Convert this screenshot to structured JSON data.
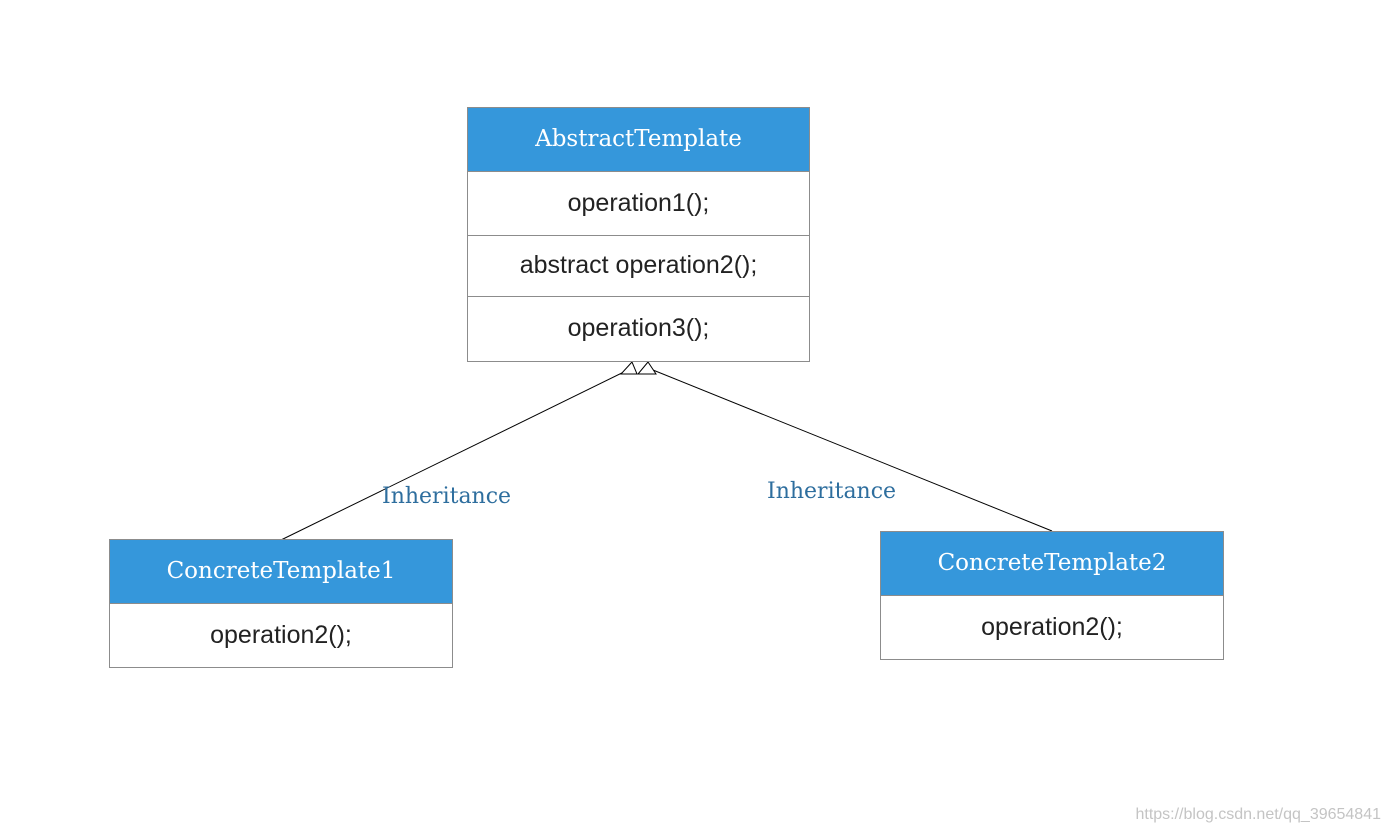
{
  "colors": {
    "header_fill": "#3597db",
    "header_text": "#ffffff",
    "border": "#8c8c8c",
    "member_text": "#222222",
    "relation_label": "#2e6e9e",
    "connector_line": "#000000",
    "watermark": "#c4c4c4"
  },
  "abstract_class": {
    "name": "AbstractTemplate",
    "members": [
      "operation1();",
      "abstract operation2();",
      "operation3();"
    ]
  },
  "concrete_classes": [
    {
      "name": "ConcreteTemplate1",
      "members": [
        "operation2();"
      ]
    },
    {
      "name": "ConcreteTemplate2",
      "members": [
        "operation2();"
      ]
    }
  ],
  "relations": [
    {
      "from": "ConcreteTemplate1",
      "to": "AbstractTemplate",
      "type": "generalization",
      "label": "Inheritance"
    },
    {
      "from": "ConcreteTemplate2",
      "to": "AbstractTemplate",
      "type": "generalization",
      "label": "Inheritance"
    }
  ],
  "watermark": "https://blog.csdn.net/qq_39654841"
}
